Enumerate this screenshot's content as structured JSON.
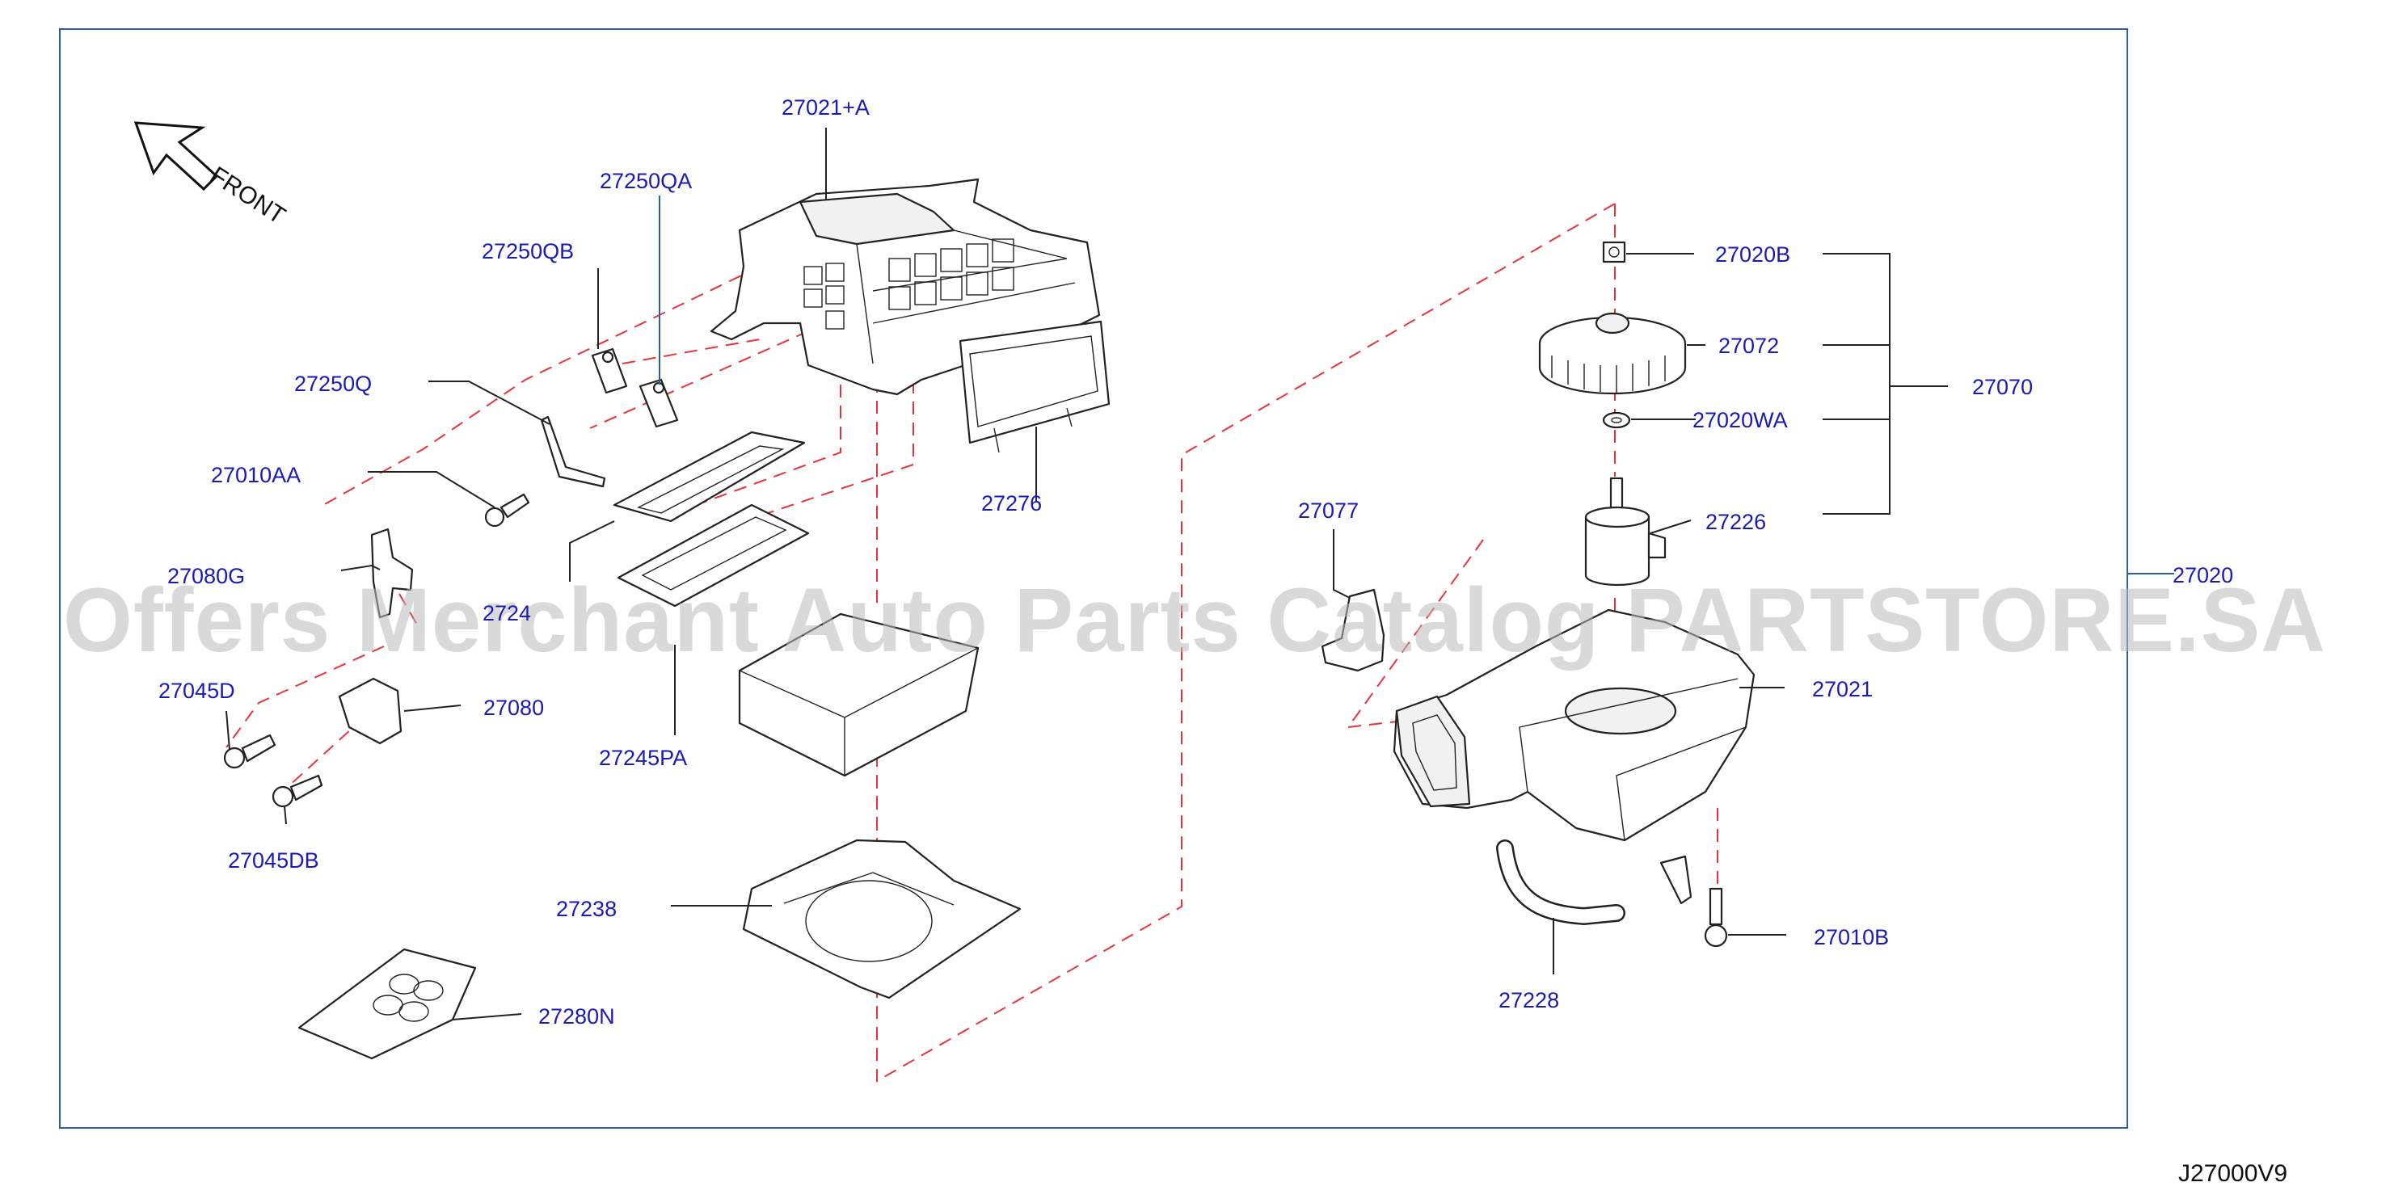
{
  "labels": {
    "p27021A": "27021+A",
    "p27250QA": "27250QA",
    "p27250QB": "27250QB",
    "p27250Q": "27250Q",
    "p27010AA": "27010AA",
    "p27080G": "27080G",
    "p27245": "2724",
    "p27045D": "27045D",
    "p27080": "27080",
    "p27045DB": "27045DB",
    "p27245PA": "27245PA",
    "p27276": "27276",
    "p27238": "27238",
    "p27280N": "27280N",
    "p27020B": "27020B",
    "p27072": "27072",
    "p27070": "27070",
    "p27020WA": "27020WA",
    "p27226": "27226",
    "p27077": "27077",
    "p27020": "27020",
    "p27021": "27021",
    "p27010B": "27010B",
    "p27228": "27228"
  },
  "front_label": "FRONT",
  "diagram_code": "J27000V9",
  "watermark": "Offers Merchant Auto Parts Catalog PARTSTORE.SA",
  "colors": {
    "label": "#1a1ab8",
    "frame": "#2a5fa8",
    "dash": "#e8323c",
    "watermark": "#b9b9b9"
  }
}
